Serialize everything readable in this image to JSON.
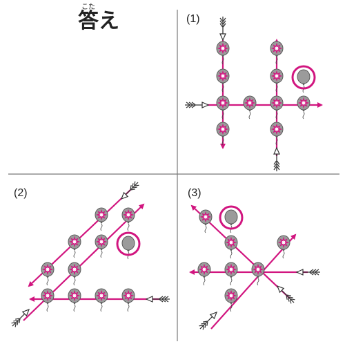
{
  "title": {
    "text": "答え",
    "ruby": "こた"
  },
  "panels": [
    {
      "label": "(1)"
    },
    {
      "label": "(2)"
    },
    {
      "label": "(3)"
    }
  ],
  "colors": {
    "line": "#d1157f",
    "balloon": "#9b9b9b",
    "balloon_stroke": "#5a5a5a",
    "divider": "#777777",
    "arrow": "#333333"
  }
}
